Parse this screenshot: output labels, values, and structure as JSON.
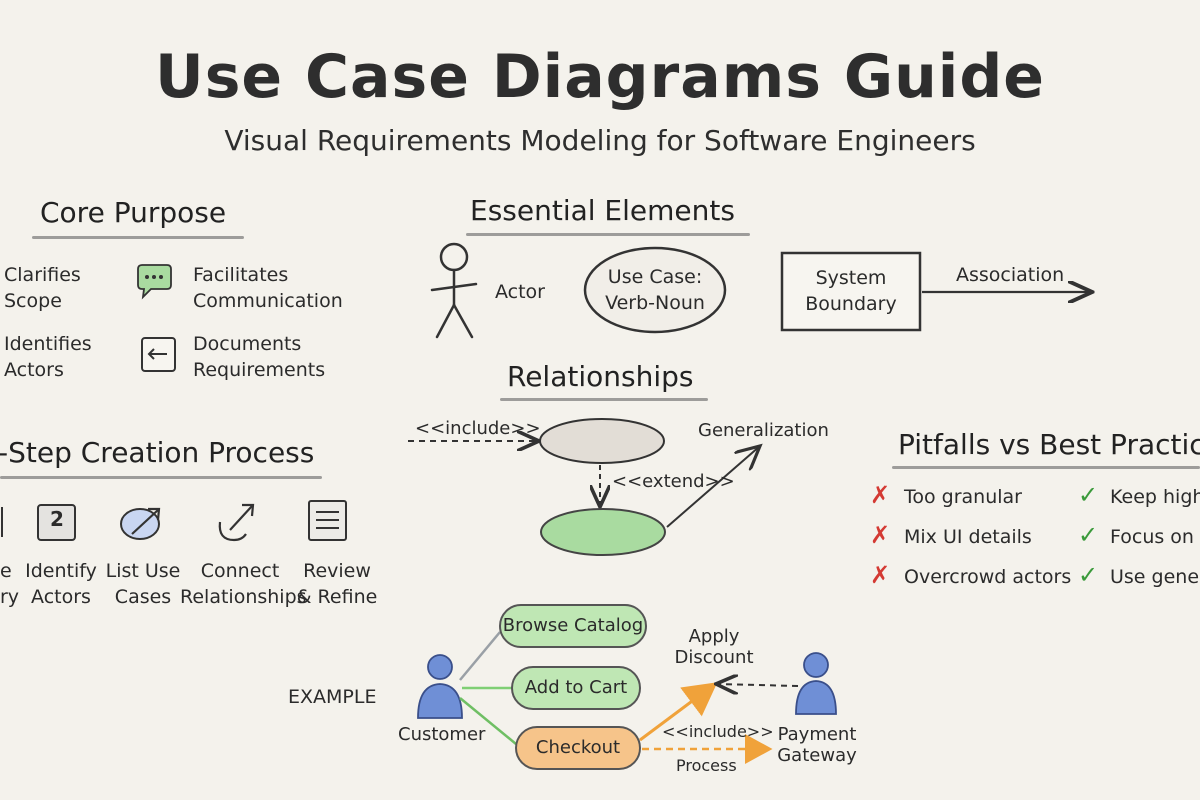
{
  "title": "Use Case Diagrams Guide",
  "subtitle": "Visual Requirements Modeling for Software Engineers",
  "core_purpose": {
    "heading": "Core Purpose",
    "items": [
      {
        "line1": "Clarifies",
        "line2": "Scope",
        "icon": "magnifier-icon"
      },
      {
        "line1": "Facilitates",
        "line2": "Communication",
        "icon": "speech-bubble-icon"
      },
      {
        "line1": "Identifies",
        "line2": "Actors",
        "icon": "actor-icon"
      },
      {
        "line1": "Documents",
        "line2": "Requirements",
        "icon": "document-icon"
      }
    ]
  },
  "essential_elements": {
    "heading": "Essential Elements",
    "actor_label": "Actor",
    "use_case_line1": "Use Case:",
    "use_case_line2": "Verb-Noun",
    "system_line1": "System",
    "system_line2": "Boundary",
    "association_label": "Association"
  },
  "relationships": {
    "heading": "Relationships",
    "include_label": "<<include>>",
    "extend_label": "<<extend>>",
    "generalization_label": "Generalization"
  },
  "creation_process": {
    "heading": "-Step Creation Process",
    "steps": [
      {
        "line1": "e",
        "line2": "ry",
        "icon": "boundary-icon"
      },
      {
        "line1": "Identify",
        "line2": "Actors",
        "icon": "number-two-icon",
        "number": "2"
      },
      {
        "line1": "List Use",
        "line2": "Cases",
        "icon": "oval-arrow-icon"
      },
      {
        "line1": "Connect",
        "line2": "Relationships",
        "icon": "connect-arrow-icon"
      },
      {
        "line1": "Review",
        "line2": "& Refine",
        "icon": "checklist-icon"
      }
    ]
  },
  "pitfalls": {
    "heading": "Pitfalls vs Best Practic",
    "rows": [
      {
        "pitfall": "Too granular",
        "practice": "Keep high"
      },
      {
        "pitfall": "Mix UI details",
        "practice": "Focus on f"
      },
      {
        "pitfall": "Overcrowd actors",
        "practice": "Use gener"
      }
    ]
  },
  "example": {
    "label": "EXAMPLE",
    "customer": "Customer",
    "browse": "Browse Catalog",
    "cart": "Add to Cart",
    "checkout": "Checkout",
    "discount_line1": "Apply",
    "discount_line2": "Discount",
    "include_label": "<<include>>",
    "process_label": "Process",
    "gateway_line1": "Payment",
    "gateway_line2": "Gateway"
  },
  "colors": {
    "background": "#f4f2ec",
    "ink": "#2b2b2b",
    "actor_blue": "#6f8fd6",
    "use_case_green": "#a9dba0",
    "use_case_gray": "#e2ddd6",
    "checkout_orange": "#f6c48a",
    "include_orange": "#f0a23a",
    "pitfall_red": "#d43a33",
    "practice_green": "#3a9a3a"
  }
}
